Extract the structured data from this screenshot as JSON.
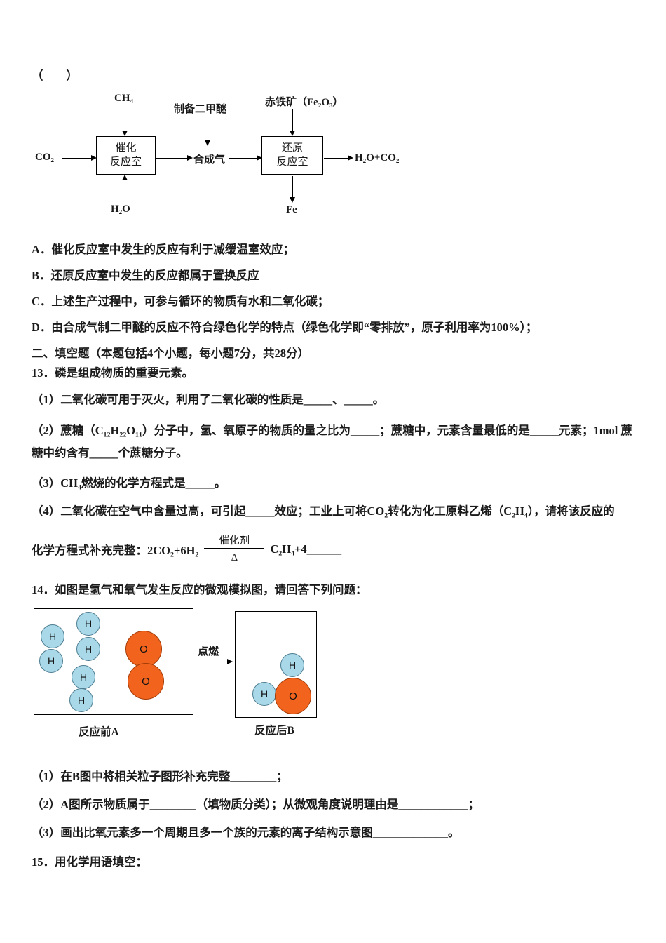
{
  "header": {
    "answer_bracket": "（　　）"
  },
  "flow": {
    "ch4": "CH₄",
    "dme": "制备二甲醚",
    "hematite": "赤铁矿（Fe₂O₃）",
    "co2": "CO₂",
    "box_catalytic_l1": "催化",
    "box_catalytic_l2": "反应室",
    "syngas": "合成气",
    "box_reduction_l1": "还原",
    "box_reduction_l2": "反应室",
    "products": "H₂O+CO₂",
    "h2o": "H₂O",
    "fe": "Fe"
  },
  "options": [
    "A．催化反应室中发生的反应有利于减缓温室效应；",
    "B．还原反应室中发生的反应都属于置换反应",
    "C．上述生产过程中，可参与循环的物质有水和二氧化碳；",
    "D．由合成气制二甲醚的反应不符合绿色化学的特点（绿色化学即“零排放”，原子利用率为100%）；"
  ],
  "section2_heading": "二、填空题（本题包括4个小题，每小题7分，共28分）",
  "q13": {
    "stem": "13．磷是组成物质的重要元素。",
    "item1": "（1）二氧化碳可用于灭火，利用了二氧化碳的性质是_____、_____。",
    "item2": "（2）蔗糖（C₁₂H₂₂O₁₁）分子中，氢、氧原子的物质的量之比为_____；蔗糖中，元素含量最低的是_____元素；1mol 蔗糖中约含有_____个蔗糖分子。",
    "item3": "（3）CH₄燃烧的化学方程式是_____。",
    "item4": "（4）二氧化碳在空气中含量过高，可引起_____效应；工业上可将CO₂转化为化工原料乙烯（C₂H₄），请将该反应的",
    "equation": {
      "lead": "化学方程式补充完整：2CO₂+6H₂",
      "above": "催化剂",
      "below": "Δ",
      "tail": "C₂H₄+4______"
    }
  },
  "q14": {
    "stem": "14．如图是氢气和氧气发生反应的微观模拟图，请回答下列问题：",
    "ignite": "点燃",
    "before_caption": "反应前A",
    "after_caption": "反应后B",
    "h_label": "H",
    "o_label": "O",
    "h_color": "#a9d8e8",
    "o_color": "#f2641e",
    "item1": "（1）在B图中将相关粒子图形补充完整________；",
    "item2": "（2）A图所示物质属于________（填物质分类）；从微观角度说明理由是____________；",
    "item3": "（3）画出比氧元素多一个周期且多一个族的元素的离子结构示意图_____________。"
  },
  "q15": {
    "stem": "15．用化学用语填空："
  }
}
